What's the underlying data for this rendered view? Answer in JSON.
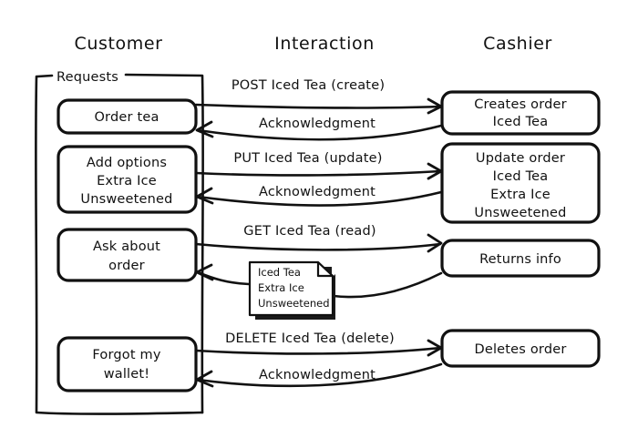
{
  "diagram": {
    "title_columns": [
      {
        "name": "customer",
        "label": "Customer"
      },
      {
        "name": "interaction",
        "label": "Interaction"
      },
      {
        "name": "cashier",
        "label": "Cashier"
      }
    ],
    "group": {
      "label": "Requests"
    },
    "customer_boxes": [
      {
        "id": "order-tea",
        "lines": [
          "Order tea"
        ]
      },
      {
        "id": "add-options",
        "lines": [
          "Add options",
          "Extra Ice",
          "Unsweetened"
        ]
      },
      {
        "id": "ask-about-order",
        "lines": [
          "Ask about",
          "order"
        ]
      },
      {
        "id": "forgot-wallet",
        "lines": [
          "Forgot my",
          "wallet!"
        ]
      }
    ],
    "cashier_boxes": [
      {
        "id": "creates-order",
        "lines": [
          "Creates order",
          "Iced Tea"
        ]
      },
      {
        "id": "update-order",
        "lines": [
          "Update order",
          "Iced Tea",
          "Extra Ice",
          "Unsweetened"
        ]
      },
      {
        "id": "returns-info",
        "lines": [
          "Returns info"
        ]
      },
      {
        "id": "deletes-order",
        "lines": [
          "Deletes order"
        ]
      }
    ],
    "request_labels": [
      {
        "id": "post",
        "label": "POST Iced Tea (create)"
      },
      {
        "id": "put",
        "label": "PUT Iced Tea (update)"
      },
      {
        "id": "get",
        "label": "GET Iced Tea (read)"
      },
      {
        "id": "delete",
        "label": "DELETE Iced Tea (delete)"
      }
    ],
    "response_labels": [
      {
        "id": "ack-1",
        "label": "Acknowledgment"
      },
      {
        "id": "ack-2",
        "label": "Acknowledgment"
      },
      {
        "id": "ack-4",
        "label": "Acknowledgment"
      }
    ],
    "note": {
      "id": "iced-tea-note",
      "lines": [
        "Iced Tea",
        "Extra Ice",
        "Unsweetened"
      ]
    },
    "colors": {
      "ink": "#111111",
      "paper": "#ffffff"
    }
  }
}
